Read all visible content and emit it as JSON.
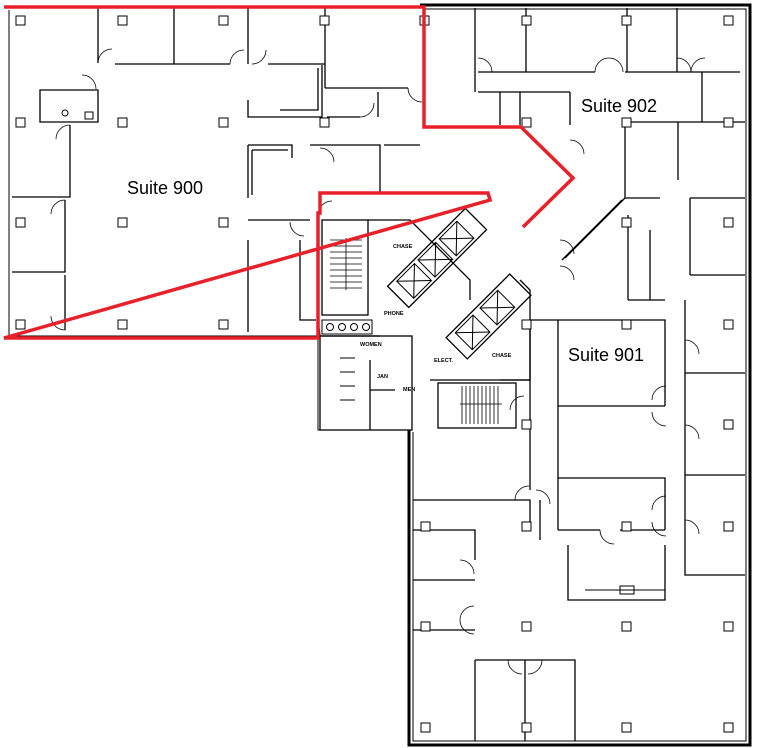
{
  "floor_plan": {
    "suites": [
      {
        "id": "suite-900",
        "label": "Suite 900",
        "highlighted": true
      },
      {
        "id": "suite-901",
        "label": "Suite 901",
        "highlighted": false
      },
      {
        "id": "suite-902",
        "label": "Suite 902",
        "highlighted": false
      }
    ],
    "core_rooms": [
      {
        "label": "CHASE"
      },
      {
        "label": "PHONE"
      },
      {
        "label": "WOMEN"
      },
      {
        "label": "JAN"
      },
      {
        "label": "MEN"
      },
      {
        "label": "ELECT."
      },
      {
        "label": "CHASE"
      }
    ],
    "highlight_color": "#e8202a",
    "line_color": "#000000",
    "background_color": "#ffffff"
  }
}
